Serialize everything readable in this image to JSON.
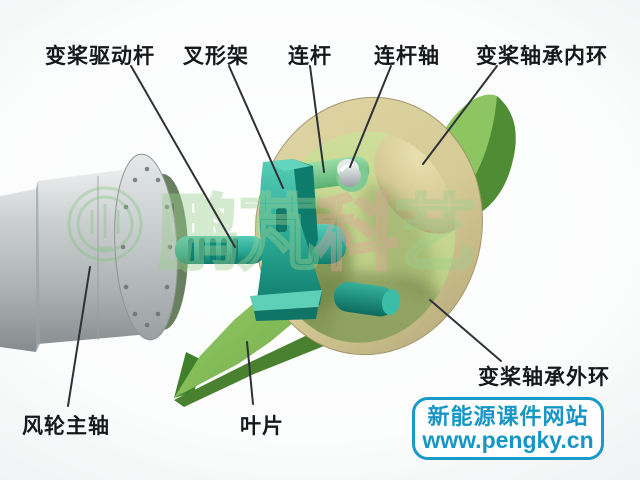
{
  "labels": {
    "drive_rod": "变桨驱动杆",
    "fork": "叉形架",
    "link": "连杆",
    "link_shaft": "连杆轴",
    "inner_ring": "变桨轴承内环",
    "outer_ring": "变桨轴承外环",
    "main_shaft": "风轮主轴",
    "blade": "叶片"
  },
  "badge": {
    "site_name": "新能源课件网站",
    "site_url": "www.pengky.cn"
  },
  "watermark": {
    "chars": [
      "鹏",
      "芃",
      "科",
      "艺"
    ]
  },
  "colors": {
    "badge_blue": "#1a9ac9",
    "label_black": "#17181c",
    "bearing_tan": "#d8ce9a",
    "bearing_disc_green": "#cbdb94",
    "blade_green": "#8cc561",
    "mechanism_teal": "#2fae98",
    "shaft_gray": "#c3c7c8",
    "watermark_green": "#9ccf8e",
    "watermark_pink": "#e2a39b",
    "leader_line": "#2e3138"
  }
}
